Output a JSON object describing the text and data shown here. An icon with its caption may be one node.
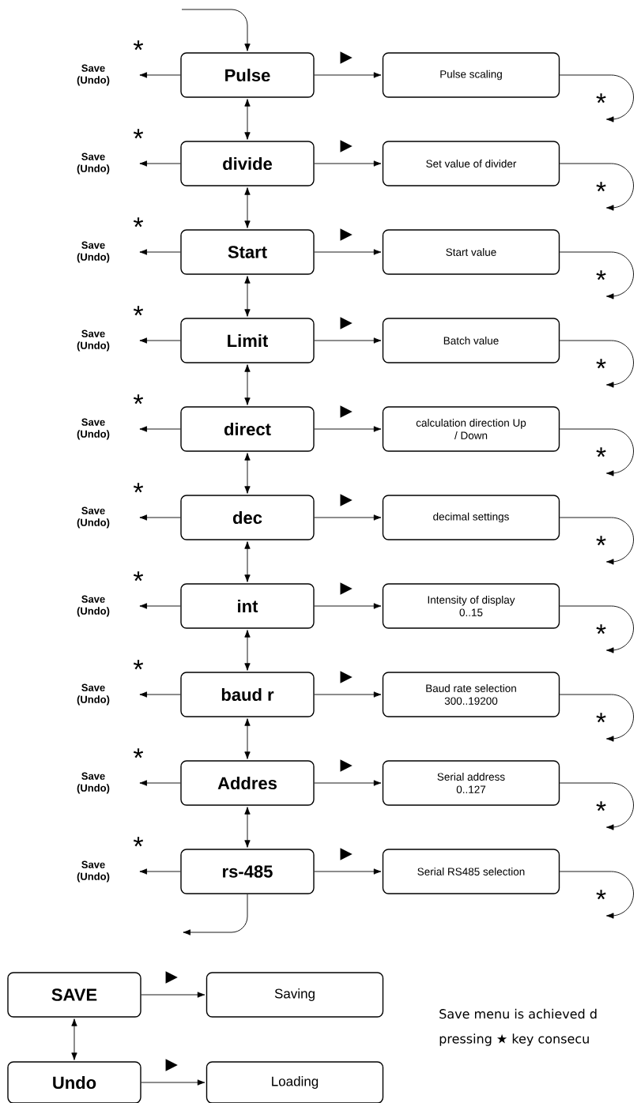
{
  "diagram": {
    "nodes": [
      {
        "text": [
          "Save (Undo)"
        ]
      },
      {
        "text": [
          "Pulse"
        ]
      },
      {
        "text": [
          "Pulse scaling"
        ]
      },
      {
        "text": [
          "Save (Undo)"
        ]
      },
      {
        "text": [
          "divide"
        ]
      },
      {
        "text": [
          "Set value of divider"
        ]
      },
      {
        "text": [
          "Save (Undo)"
        ]
      },
      {
        "text": [
          "Start"
        ]
      },
      {
        "text": [
          "Start value"
        ]
      },
      {
        "text": [
          "Save (Undo)"
        ]
      },
      {
        "text": [
          "Limit"
        ]
      },
      {
        "text": [
          "Batch value"
        ]
      },
      {
        "text": [
          "Save (Undo)"
        ]
      },
      {
        "text": [
          "direct"
        ]
      },
      {
        "text": [
          "calculation direction Up / Down"
        ]
      },
      {
        "text": [
          "Save (Undo)"
        ]
      },
      {
        "text": [
          "dec"
        ]
      },
      {
        "text": [
          "decimal settings"
        ]
      },
      {
        "text": [
          "Save (Undo)"
        ]
      },
      {
        "text": [
          "int"
        ]
      },
      {
        "text": [
          "Intensity of display 0..15"
        ]
      },
      {
        "text": [
          "Save (Undo)"
        ]
      },
      {
        "text": [
          "baud r"
        ]
      },
      {
        "text": [
          "Baud rate selection 300..19200"
        ]
      },
      {
        "text": [
          "Save (Undo)"
        ]
      },
      {
        "text": [
          "Addres"
        ]
      },
      {
        "text": [
          "Serial address 0..127"
        ]
      },
      {
        "text": [
          "Save (Undo)"
        ]
      },
      {
        "text": [
          "rs-485"
        ]
      },
      {
        "text": [
          "Serial RS485 selection"
        ]
      },
      {
        "text": [
          "SAVE"
        ]
      },
      {
        "text": [
          "Saving"
        ]
      },
      {
        "text": [
          "Undo"
        ]
      },
      {
        "text": [
          "Loading"
        ]
      }
    ],
    "edges": [
      {
        "from": null,
        "to": 1,
        "arrow": "to"
      },
      {
        "from": 1,
        "to": 0,
        "arrow": "to",
        "label": "*"
      },
      {
        "from": 1,
        "to": 2,
        "arrow": "to",
        "label": "▶"
      },
      {
        "from": 2,
        "to": null,
        "arrow": "to",
        "label": "*"
      },
      {
        "from": 1,
        "to": 4,
        "arrow": "both"
      },
      {
        "from": 4,
        "to": 3,
        "arrow": "to",
        "label": "*"
      },
      {
        "from": 4,
        "to": 5,
        "arrow": "to",
        "label": "▶"
      },
      {
        "from": 5,
        "to": null,
        "arrow": "to",
        "label": "*"
      },
      {
        "from": 4,
        "to": 7,
        "arrow": "both"
      },
      {
        "from": 7,
        "to": 6,
        "arrow": "to",
        "label": "*"
      },
      {
        "from": 7,
        "to": 8,
        "arrow": "to",
        "label": "▶"
      },
      {
        "from": 8,
        "to": null,
        "arrow": "to",
        "label": "*"
      },
      {
        "from": 7,
        "to": 10,
        "arrow": "both"
      },
      {
        "from": 10,
        "to": 9,
        "arrow": "to",
        "label": "*"
      },
      {
        "from": 10,
        "to": 11,
        "arrow": "to",
        "label": "▶"
      },
      {
        "from": 11,
        "to": null,
        "arrow": "to",
        "label": "*"
      },
      {
        "from": 10,
        "to": 13,
        "arrow": "both"
      },
      {
        "from": 13,
        "to": 12,
        "arrow": "to",
        "label": "*"
      },
      {
        "from": 13,
        "to": 14,
        "arrow": "to",
        "label": "▶"
      },
      {
        "from": 14,
        "to": null,
        "arrow": "to",
        "label": "*"
      },
      {
        "from": 13,
        "to": 16,
        "arrow": "both"
      },
      {
        "from": 16,
        "to": 15,
        "arrow": "to",
        "label": "*"
      },
      {
        "from": 16,
        "to": 17,
        "arrow": "to",
        "label": "▶"
      },
      {
        "from": 17,
        "to": null,
        "arrow": "to",
        "label": "*"
      },
      {
        "from": 16,
        "to": 19,
        "arrow": "both"
      },
      {
        "from": 19,
        "to": 18,
        "arrow": "to",
        "label": "*"
      },
      {
        "from": 19,
        "to": 20,
        "arrow": "to",
        "label": "▶"
      },
      {
        "from": 20,
        "to": null,
        "arrow": "to",
        "label": "*"
      },
      {
        "from": 19,
        "to": 22,
        "arrow": "both"
      },
      {
        "from": 22,
        "to": 21,
        "arrow": "to",
        "label": "*"
      },
      {
        "from": 22,
        "to": 23,
        "arrow": "to",
        "label": "▶"
      },
      {
        "from": 23,
        "to": null,
        "arrow": "to",
        "label": "*"
      },
      {
        "from": 22,
        "to": 25,
        "arrow": "both"
      },
      {
        "from": 25,
        "to": 24,
        "arrow": "to",
        "label": "*"
      },
      {
        "from": 25,
        "to": 26,
        "arrow": "to",
        "label": "▶"
      },
      {
        "from": 26,
        "to": null,
        "arrow": "to",
        "label": "*"
      },
      {
        "from": 25,
        "to": 28,
        "arrow": "both"
      },
      {
        "from": 28,
        "to": 27,
        "arrow": "to",
        "label": "*"
      },
      {
        "from": 28,
        "to": 29,
        "arrow": "to",
        "label": "▶"
      },
      {
        "from": 29,
        "to": null,
        "arrow": "to",
        "label": "*"
      },
      {
        "from": 28,
        "to": null,
        "arrow": "to"
      },
      {
        "from": 30,
        "to": 31,
        "arrow": "to",
        "label": "▶"
      },
      {
        "from": 30,
        "to": 32,
        "arrow": "both"
      },
      {
        "from": 32,
        "to": 33,
        "arrow": "to",
        "label": "▶"
      }
    ],
    "labels": [
      "Save menu is achieved d",
      "pressing ★ key consecu"
    ]
  }
}
